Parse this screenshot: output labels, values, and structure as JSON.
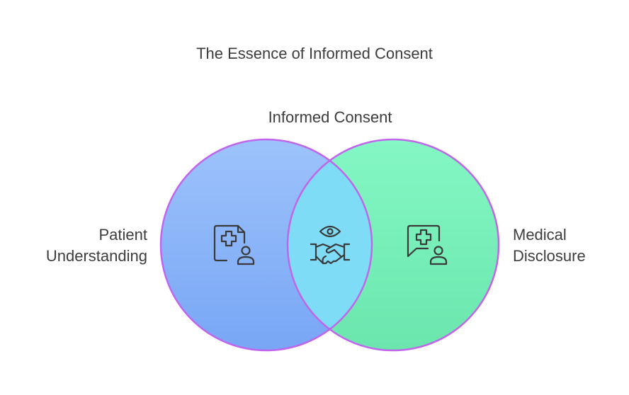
{
  "title": "The Essence of Informed Consent",
  "center_label": "Informed Consent",
  "left_set": {
    "label_line1": "Patient",
    "label_line2": "Understanding",
    "icon": "medical-document-user-icon",
    "fill_top": "#9dc3fb",
    "fill_bottom": "#78a6f5"
  },
  "right_set": {
    "label_line1": "Medical",
    "label_line2": "Disclosure",
    "icon": "medical-chat-user-icon",
    "fill_top": "#84f7c4",
    "fill_bottom": "#6be6ad"
  },
  "intersection": {
    "icon": "handshake-eye-icon",
    "fill": "#7fdcf6"
  },
  "colors": {
    "outline": "#c065ec",
    "text": "#3d3d3d",
    "icon_stroke": "#3a3a3a"
  }
}
